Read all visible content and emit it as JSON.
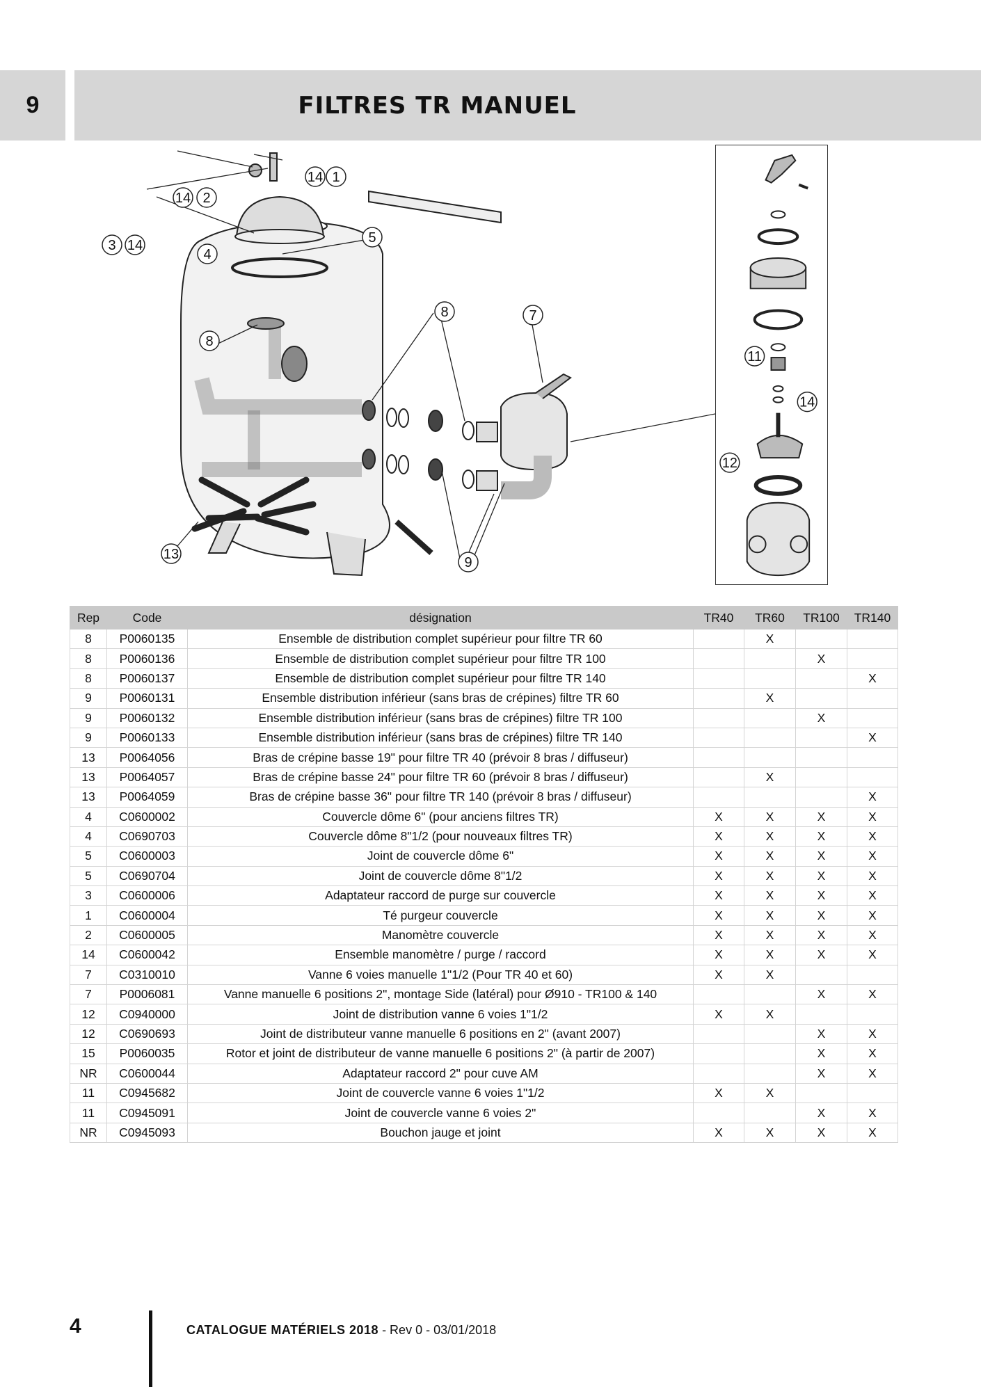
{
  "header": {
    "chapter_number": "9",
    "title": "FILTRES TR MANUEL"
  },
  "diagram": {
    "callouts": [
      "14",
      "1",
      "14",
      "2",
      "3",
      "14",
      "4",
      "5",
      "8",
      "8",
      "7",
      "11",
      "14",
      "12",
      "13",
      "9"
    ]
  },
  "table": {
    "headers": [
      "Rep",
      "Code",
      "désignation",
      "TR40",
      "TR60",
      "TR100",
      "TR140"
    ],
    "rows": [
      [
        "8",
        "P0060135",
        "Ensemble de distribution complet supérieur pour filtre TR 60",
        "",
        "X",
        "",
        ""
      ],
      [
        "8",
        "P0060136",
        "Ensemble de distribution complet supérieur pour filtre TR 100",
        "",
        "",
        "X",
        ""
      ],
      [
        "8",
        "P0060137",
        "Ensemble de distribution complet supérieur pour filtre TR 140",
        "",
        "",
        "",
        "X"
      ],
      [
        "9",
        "P0060131",
        "Ensemble distribution inférieur (sans bras de crépines) filtre TR 60",
        "",
        "X",
        "",
        ""
      ],
      [
        "9",
        "P0060132",
        "Ensemble distribution inférieur (sans bras de crépines) filtre TR 100",
        "",
        "",
        "X",
        ""
      ],
      [
        "9",
        "P0060133",
        "Ensemble distribution inférieur (sans bras de crépines) filtre TR 140",
        "",
        "",
        "",
        "X"
      ],
      [
        "13",
        "P0064056",
        "Bras de crépine basse 19\" pour filtre TR 40 (prévoir 8 bras / diffuseur)",
        "",
        "",
        "",
        ""
      ],
      [
        "13",
        "P0064057",
        "Bras de crépine basse 24\" pour filtre TR 60 (prévoir 8 bras / diffuseur)",
        "",
        "X",
        "",
        ""
      ],
      [
        "13",
        "P0064059",
        "Bras de crépine basse 36\" pour filtre TR 140 (prévoir 8 bras / diffuseur)",
        "",
        "",
        "",
        "X"
      ],
      [
        "4",
        "C0600002",
        "Couvercle dôme 6\" (pour anciens filtres TR)",
        "X",
        "X",
        "X",
        "X"
      ],
      [
        "4",
        "C0690703",
        "Couvercle dôme 8\"1/2 (pour nouveaux filtres TR)",
        "X",
        "X",
        "X",
        "X"
      ],
      [
        "5",
        "C0600003",
        "Joint de couvercle dôme 6\"",
        "X",
        "X",
        "X",
        "X"
      ],
      [
        "5",
        "C0690704",
        "Joint de couvercle dôme 8\"1/2",
        "X",
        "X",
        "X",
        "X"
      ],
      [
        "3",
        "C0600006",
        "Adaptateur raccord de purge sur couvercle",
        "X",
        "X",
        "X",
        "X"
      ],
      [
        "1",
        "C0600004",
        "Té purgeur couvercle",
        "X",
        "X",
        "X",
        "X"
      ],
      [
        "2",
        "C0600005",
        "Manomètre couvercle",
        "X",
        "X",
        "X",
        "X"
      ],
      [
        "14",
        "C0600042",
        "Ensemble manomètre / purge / raccord",
        "X",
        "X",
        "X",
        "X"
      ],
      [
        "7",
        "C0310010",
        "Vanne 6 voies manuelle 1\"1/2 (Pour TR 40 et 60)",
        "X",
        "X",
        "",
        ""
      ],
      [
        "7",
        "P0006081",
        "Vanne manuelle 6 positions 2\", montage Side (latéral) pour Ø910 - TR100 & 140",
        "",
        "",
        "X",
        "X"
      ],
      [
        "12",
        "C0940000",
        "Joint de distribution vanne 6 voies 1\"1/2",
        "X",
        "X",
        "",
        ""
      ],
      [
        "12",
        "C0690693",
        "Joint de distributeur vanne manuelle 6 positions en 2\" (avant 2007)",
        "",
        "",
        "X",
        "X"
      ],
      [
        "15",
        "P0060035",
        "Rotor et joint de distributeur de vanne manuelle 6 positions 2\" (à partir de 2007)",
        "",
        "",
        "X",
        "X"
      ],
      [
        "NR",
        "C0600044",
        "Adaptateur raccord 2\" pour cuve AM",
        "",
        "",
        "X",
        "X"
      ],
      [
        "11",
        "C0945682",
        "Joint de couvercle vanne 6 voies 1\"1/2",
        "X",
        "X",
        "",
        ""
      ],
      [
        "11",
        "C0945091",
        "Joint de couvercle vanne 6 voies 2\"",
        "",
        "",
        "X",
        "X"
      ],
      [
        "NR",
        "C0945093",
        "Bouchon jauge et joint",
        "X",
        "X",
        "X",
        "X"
      ]
    ]
  },
  "footer": {
    "page_number": "4",
    "catalogue": "CATALOGUE MATÉRIELS 2018",
    "revision": "- Rev 0 - 03/01/2018"
  }
}
